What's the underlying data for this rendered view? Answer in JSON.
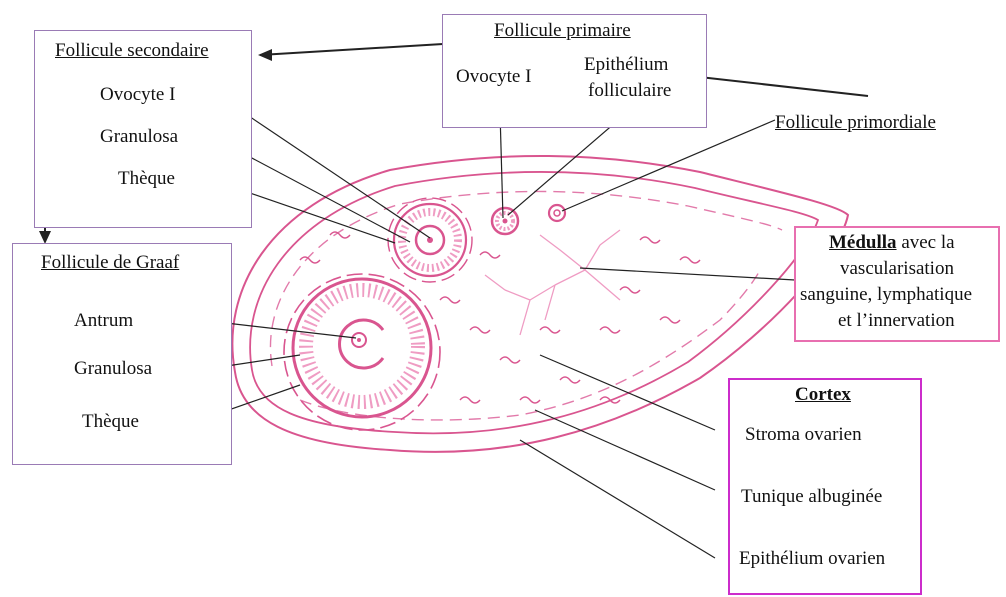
{
  "colors": {
    "tissue": "#d9558f",
    "tissue_light": "#ef9cc3",
    "box_border": "#9a7bb5",
    "medulla_border": "#e86fb0",
    "cortex_border": "#cc2ccb",
    "leader_line": "#222222"
  },
  "labels": {
    "secondaire": {
      "title": "Follicule secondaire",
      "ovocyte": "Ovocyte I",
      "granulosa": "Granulosa",
      "theque": "Thèque"
    },
    "primaire": {
      "title": "Follicule primaire",
      "ovocyte": "Ovocyte I",
      "epithelium_line1": "Epithélium",
      "epithelium_line2": "folliculaire"
    },
    "primordiale": {
      "title": "Follicule primordiale"
    },
    "graaf": {
      "title": "Follicule de Graaf",
      "antrum": "Antrum",
      "granulosa": "Granulosa",
      "theque": "Thèque"
    },
    "medulla": {
      "title": "Médulla",
      "line1_rest": " avec la",
      "line2": "vascularisation",
      "line3": "sanguine, lymphatique",
      "line4": "et l’innervation"
    },
    "cortex": {
      "title": "Cortex",
      "stroma": "Stroma ovarien",
      "tunique": "Tunique albuginée",
      "epithelium": "Epithélium ovarien"
    }
  }
}
